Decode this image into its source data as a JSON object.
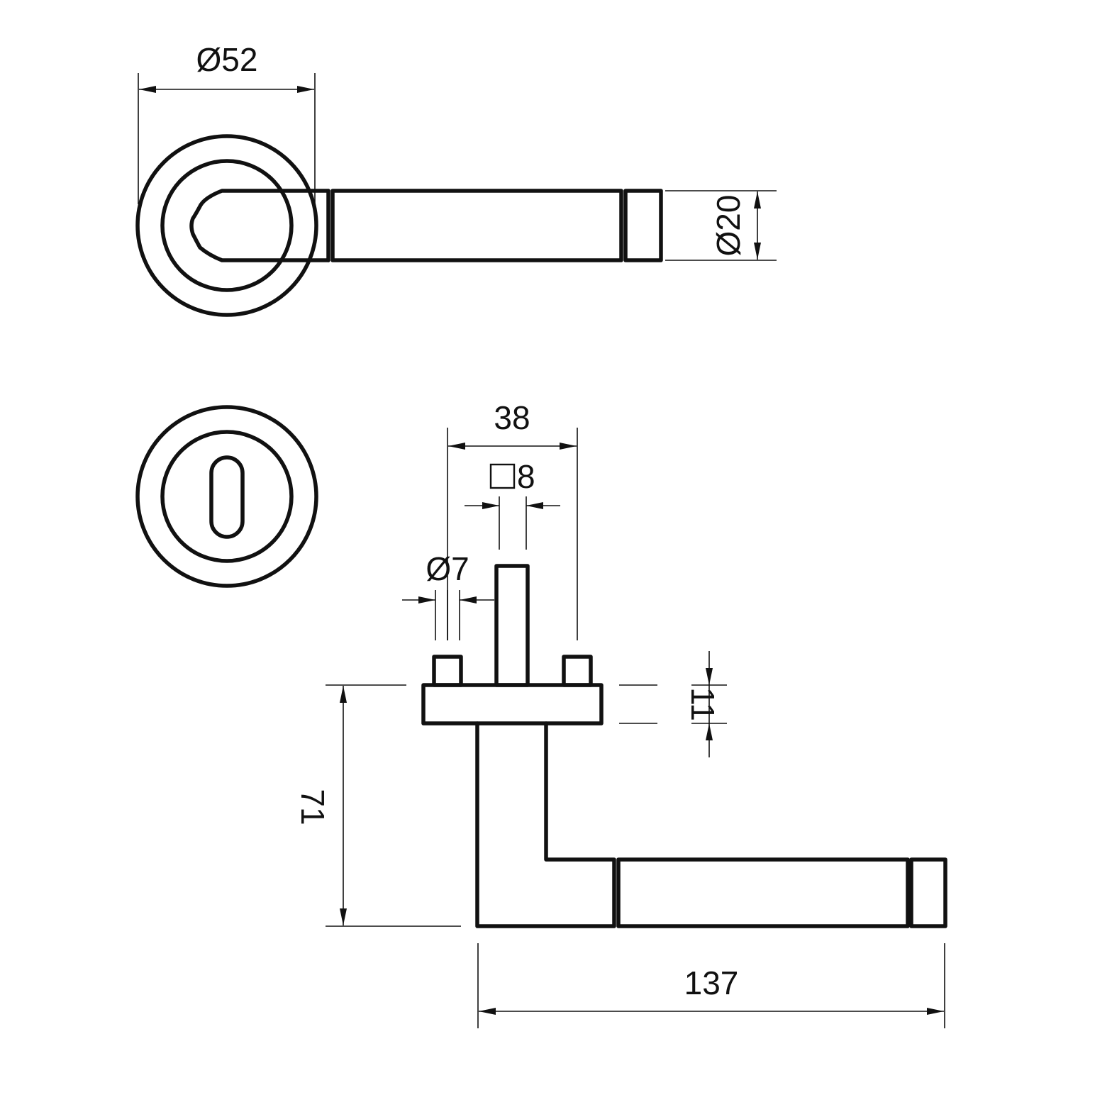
{
  "dimensions": {
    "rose_diameter": "Ø52",
    "lever_diameter": "Ø20",
    "rose_spacing": "38",
    "spindle_square": "8",
    "screw_diameter": "Ø7",
    "rose_height": "11",
    "lever_projection": "71",
    "lever_length": "137"
  },
  "colors": {
    "line": "#111111",
    "background": "#ffffff"
  }
}
